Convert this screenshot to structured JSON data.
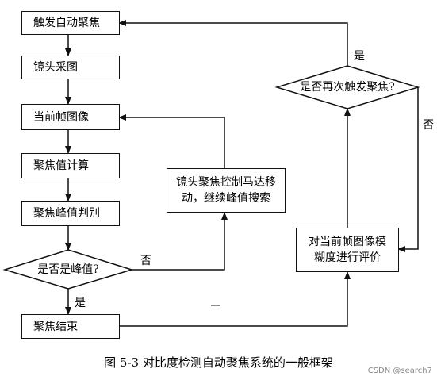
{
  "nodes": {
    "trigger_focus": "触发自动聚焦",
    "lens_capture": "镜头采图",
    "current_frame": "当前帧图像",
    "focus_calc": "聚焦值计算",
    "peak_judge": "聚焦峰值判别",
    "is_peak": "是否是峰值?",
    "focus_end": "聚焦结束",
    "motor_control": "镜头聚焦控制马达移\n动，继续峰值搜索",
    "blur_eval": "对当前帧图像模\n糊度进行评价",
    "refocus": "是否再次触发聚焦?"
  },
  "edge_labels": {
    "is_peak_no": "否",
    "is_peak_yes": "是",
    "refocus_yes": "是",
    "refocus_no": "否"
  },
  "caption": "图 5-3    对比度检测自动聚焦系统的一般框架",
  "watermark": "CSDN @search7",
  "colors": {
    "line": "#111111",
    "background": "#ffffff"
  }
}
